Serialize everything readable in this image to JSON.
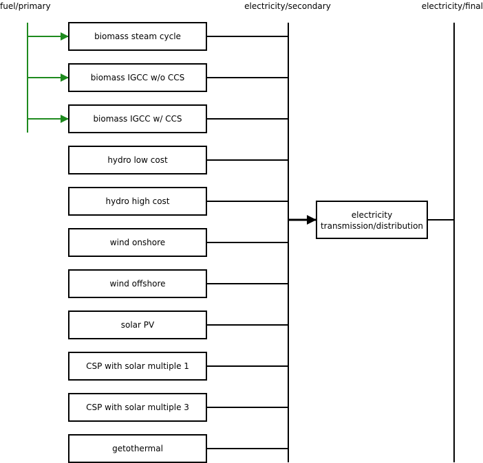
{
  "headers": {
    "fuel": "fuel/primary",
    "secondary": "electricity/secondary",
    "final": "electricity/final"
  },
  "technologies": [
    {
      "label": "biomass steam cycle",
      "fuel_input": true
    },
    {
      "label": "biomass IGCC w/o CCS",
      "fuel_input": true
    },
    {
      "label": "biomass IGCC w/ CCS",
      "fuel_input": true
    },
    {
      "label": "hydro low cost",
      "fuel_input": false
    },
    {
      "label": "hydro high cost",
      "fuel_input": false
    },
    {
      "label": "wind onshore",
      "fuel_input": false
    },
    {
      "label": "wind offshore",
      "fuel_input": false
    },
    {
      "label": "solar PV",
      "fuel_input": false
    },
    {
      "label": "CSP with solar multiple 1",
      "fuel_input": false
    },
    {
      "label": "CSP with solar multiple 3",
      "fuel_input": false
    },
    {
      "label": "getothermal",
      "fuel_input": false
    }
  ],
  "td_box": {
    "line1": "electricity",
    "line2": "transmission/distribution"
  },
  "colors": {
    "fuel_line": "#1e8a1e",
    "lines": "#000000",
    "box_fill": "#ffffff"
  }
}
